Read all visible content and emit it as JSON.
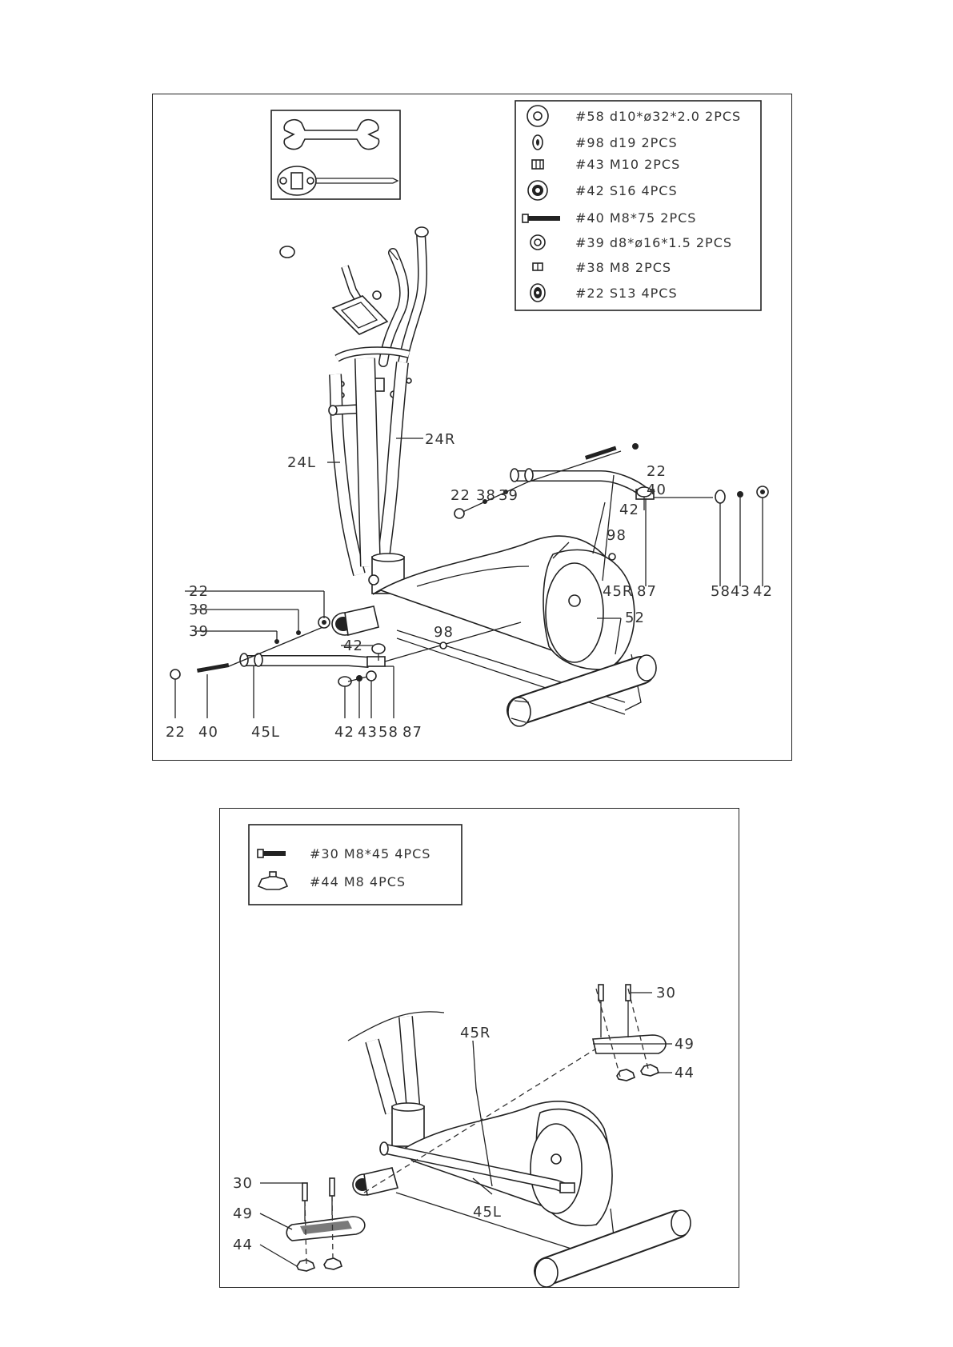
{
  "panel1": {
    "parts": [
      {
        "icon": "washer-icon",
        "text": "#58  d10*ø32*2.0  2PCS"
      },
      {
        "icon": "washer-icon",
        "text": "#98  d19  2PCS"
      },
      {
        "icon": "nut-icon",
        "text": "#43  M10  2PCS"
      },
      {
        "icon": "lock-nut-icon",
        "text": "#42  S16  4PCS"
      },
      {
        "icon": "bolt-icon",
        "text": "#40  M8*75  2PCS"
      },
      {
        "icon": "washer-icon",
        "text": "#39  d8*ø16*1.5  2PCS"
      },
      {
        "icon": "nut-icon",
        "text": "#38  M8  2PCS"
      },
      {
        "icon": "lock-nut-icon",
        "text": "#22  S13  4PCS"
      }
    ],
    "labels": {
      "l24L": "24L",
      "l24R": "24R",
      "r22a": "22",
      "r40a": "40",
      "r22b": "22",
      "r38a": "38",
      "r39a": "39",
      "r42a": "42",
      "r98a": "98",
      "r45R": "45R",
      "r87a": "87",
      "r58a": "58",
      "r43a": "43",
      "r42b": "42",
      "l52": "52",
      "l22c": "22",
      "l38b": "38",
      "l39b": "39",
      "l42c": "42",
      "l98b": "98",
      "b22": "22",
      "b40": "40",
      "b45L": "45L",
      "b42": "42",
      "b43": "43",
      "b58": "58",
      "b87": "87"
    }
  },
  "panel2": {
    "parts": [
      {
        "icon": "bolt-icon",
        "text": "#30  M8*45  4PCS"
      },
      {
        "icon": "knob-icon",
        "text": "#44  M8  4PCS"
      }
    ],
    "labels": {
      "r30": "30",
      "r49": "49",
      "r44": "44",
      "l45R": "45R",
      "l45L": "45L",
      "l30": "30",
      "l49": "49",
      "l44": "44"
    }
  }
}
